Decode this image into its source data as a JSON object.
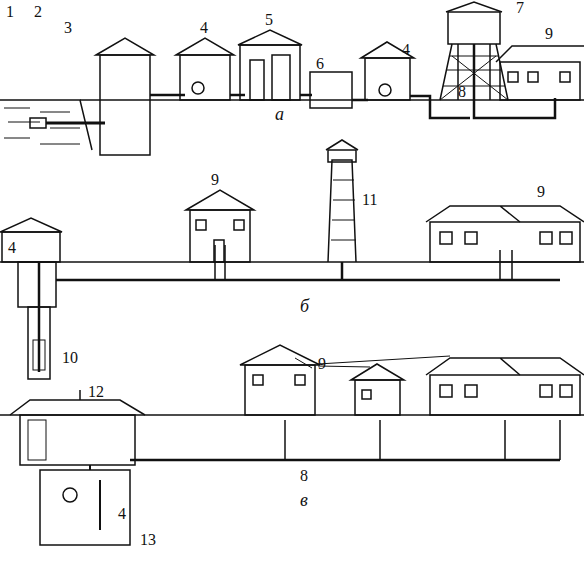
{
  "diagram": {
    "labels": [
      "1",
      "2",
      "3",
      "4",
      "5",
      "6",
      "4",
      "7",
      "8",
      "9",
      "а",
      "9",
      "11",
      "9",
      "4",
      "10",
      "б",
      "12",
      "9",
      "4",
      "13",
      "8",
      "в"
    ]
  }
}
